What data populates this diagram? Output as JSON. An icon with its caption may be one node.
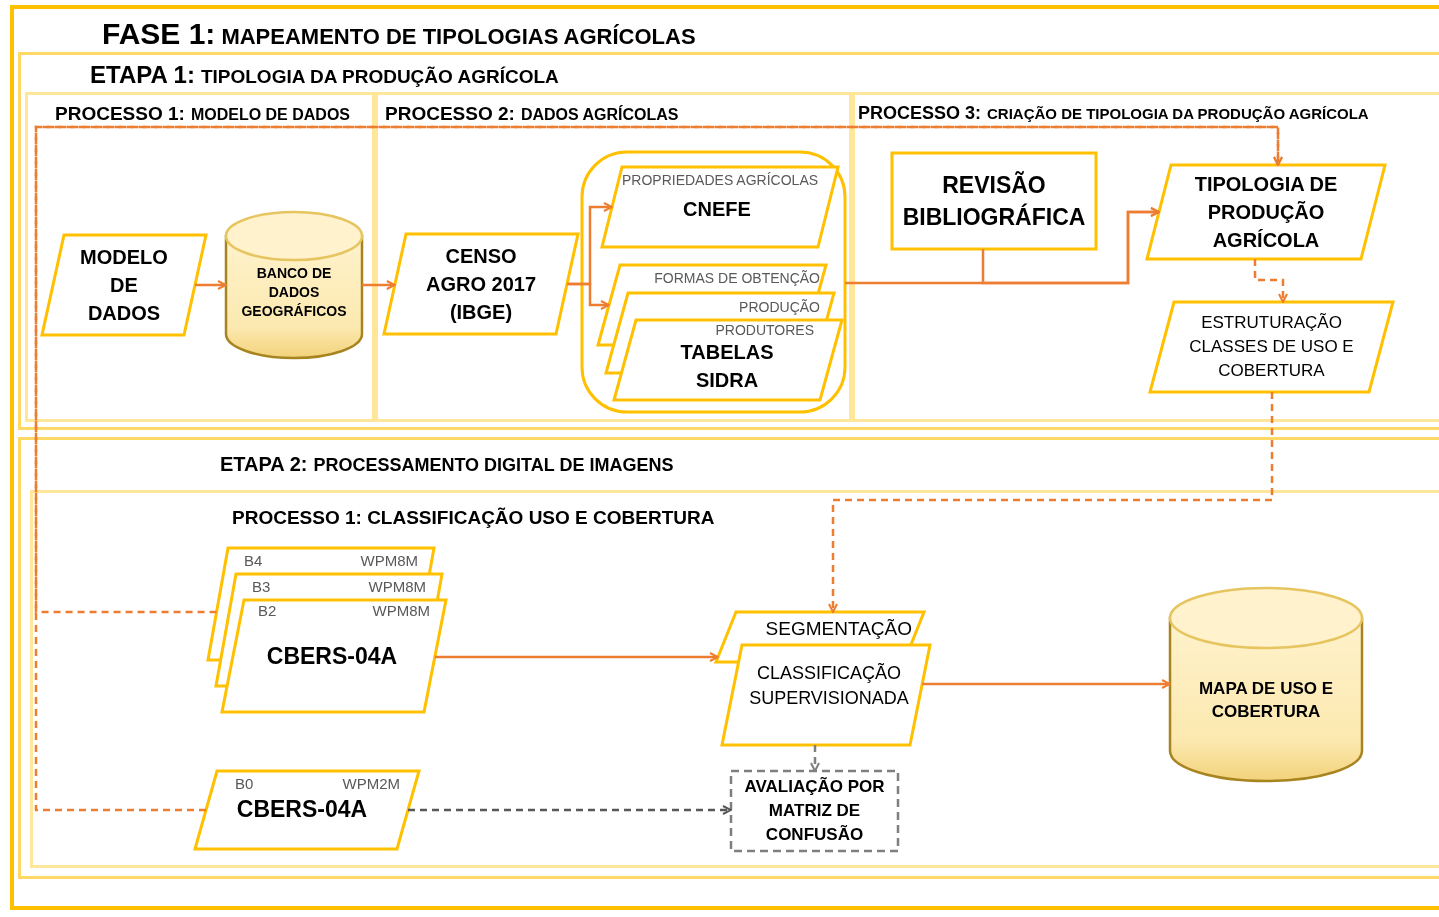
{
  "diagram": {
    "nodes": [
      {
        "text": [
          "FASE 1:",
          "MAPEAMENTO DE TIPOLOGIAS AGRÍCOLAS"
        ]
      },
      {
        "text": [
          "ETAPA 1:",
          "TIPOLOGIA DA PRODUÇÃO AGRÍCOLA"
        ],
        "in": 0
      },
      {
        "text": [
          "PROCESSO 1:",
          "MODELO DE DADOS"
        ],
        "in": 1
      },
      {
        "text": [
          "PROCESSO 2:",
          "DADOS AGRÍCOLAS"
        ],
        "in": 1
      },
      {
        "text": [
          "PROCESSO 3:",
          "CRIAÇÃO DE TIPOLOGIA DA PRODUÇÃO AGRÍCOLA"
        ],
        "in": 1
      },
      {
        "text": [
          "MODELO DE DADOS"
        ],
        "in": 2
      },
      {
        "text": [
          "BANCO DE DADOS GEOGRÁFICOS"
        ],
        "in": 2
      },
      {
        "text": [
          "CENSO AGRO 2017 (IBGE)"
        ],
        "in": 3
      },
      {
        "text": [],
        "shape": "box",
        "in": 3
      },
      {
        "text": [
          "PROPRIEDADES AGRÍCOLAS",
          "CNEFE"
        ],
        "in": 8
      },
      {
        "text": [
          "FORMAS DE OBTENÇÃO"
        ],
        "in": 8
      },
      {
        "text": [
          "PRODUÇÃO"
        ],
        "in": 8
      },
      {
        "text": [
          "PRODUTORES",
          "TABELAS SIDRA"
        ],
        "in": 8
      },
      {
        "text": [
          "REVISÃO BIBLIOGRÁFICA"
        ],
        "in": 4
      },
      {
        "text": [
          "TIPOLOGIA DE PRODUÇÃO AGRÍCOLA"
        ],
        "in": 4
      },
      {
        "text": [
          "ESTRUTURAÇÃO CLASSES DE USO E COBERTURA"
        ],
        "in": 4
      },
      {
        "text": [
          "ETAPA 2:",
          "PROCESSAMENTO DIGITAL DE IMAGENS"
        ],
        "in": 0
      },
      {
        "text": [
          "PROCESSO 1: CLASSIFICAÇÃO USO E COBERTURA"
        ],
        "in": 16
      },
      {
        "text": [
          "B4",
          "WPM8M"
        ],
        "in": 17
      },
      {
        "text": [
          "B3",
          "WPM8M"
        ],
        "in": 17
      },
      {
        "text": [
          "B2",
          "WPM8M",
          "CBERS-04A"
        ],
        "in": 17
      },
      {
        "text": [
          "SEGMENTAÇÃO"
        ],
        "in": 17
      },
      {
        "text": [
          "CLASSIFICAÇÃO SUPERVISIONADA"
        ],
        "in": 17
      },
      {
        "text": [
          "MAPA DE USO E COBERTURA"
        ],
        "in": 17
      },
      {
        "text": [
          "B0",
          "WPM2M",
          "CBERS-04A"
        ],
        "in": 17
      },
      {
        "text": [
          "AVALIAÇÃO POR MATRIZ DE CONFUSÃO"
        ],
        "in": 17
      }
    ],
    "edges": [
      {
        "from": 5,
        "to": 6,
        "arrow": "to"
      },
      {
        "from": 6,
        "to": 7,
        "arrow": "to"
      },
      {
        "from": 7,
        "to": 9,
        "arrow": "to"
      },
      {
        "from": 7,
        "to": 10,
        "arrow": "to"
      },
      {
        "from": 8,
        "to": 14,
        "arrow": "to"
      },
      {
        "from": 13,
        "to": 14,
        "arrow": "to"
      },
      {
        "from": 14,
        "to": 15,
        "arrow": "to",
        "style": "dashed"
      },
      {
        "from": 15,
        "to": 21,
        "arrow": "to",
        "style": "dashed"
      },
      {
        "from": 18,
        "to": 14,
        "arrow": "to",
        "style": "dashed"
      },
      {
        "from": 24,
        "to": 14,
        "arrow": "to",
        "style": "dashed"
      },
      {
        "from": 20,
        "to": 21,
        "arrow": "to"
      },
      {
        "from": 22,
        "to": 23,
        "arrow": "to"
      },
      {
        "from": 22,
        "to": 25,
        "arrow": "to",
        "style": "dashed",
        "color": "#7f7f7f"
      },
      {
        "from": 24,
        "to": 25,
        "arrow": "to",
        "style": "dashed",
        "color": "#595959"
      }
    ]
  }
}
